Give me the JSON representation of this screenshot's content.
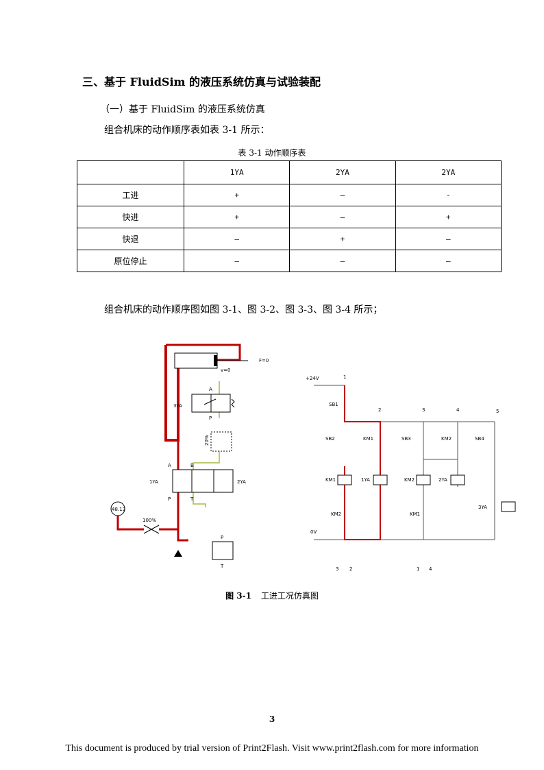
{
  "section_title": "三、基于 FluidSim 的液压系统仿真与试验装配",
  "sub_title": "（一）基于 FluidSim 的液压系统仿真",
  "intro_table": "组合机床的动作顺序表如表 3-1 所示：",
  "table": {
    "caption": "表 3-1   动作顺序表",
    "headers": [
      "",
      "1YA",
      "2YA",
      "2YA"
    ],
    "rows": [
      [
        "工进",
        "+",
        "–",
        "-"
      ],
      [
        "快进",
        "+",
        "–",
        "+"
      ],
      [
        "快退",
        "–",
        "+",
        "–"
      ],
      [
        "原位停止",
        "–",
        "–",
        "–"
      ]
    ]
  },
  "intro_figure": "组合机床的动作顺序图如图 3-1、图 3-2、图 3-3、图 3-4 所示；",
  "figure": {
    "caption_num": "图 3-1",
    "caption_text": "工进工况仿真图",
    "labels": {
      "force": "F=0",
      "velocity": "v=0",
      "port_a": "A",
      "port_b": "B",
      "port_p": "P",
      "port_t": "T",
      "sol_3ya": "3YA",
      "sol_1ya": "1YA",
      "sol_2ya": "2YA",
      "throttle": "20%",
      "gauge": "48.13",
      "valve_open": "100%",
      "supply": "+24V",
      "ground": "0V",
      "sb1": "SB1",
      "sb2": "SB2",
      "sb3": "SB3",
      "sb4": "SB4",
      "km1": "KM1",
      "km2": "KM2",
      "col1": "1",
      "col2": "2",
      "col3": "3",
      "col4": "4",
      "col5": "5",
      "ref_a1": "3",
      "ref_a2": "2",
      "ref_b1": "1",
      "ref_b2": "4"
    },
    "colors": {
      "pressure": "#c00000",
      "return": "#a8b840",
      "wire": "#555555"
    }
  },
  "page_number": "3",
  "watermark": "This document is produced by trial version of Print2Flash. Visit www.print2flash.com for more information"
}
